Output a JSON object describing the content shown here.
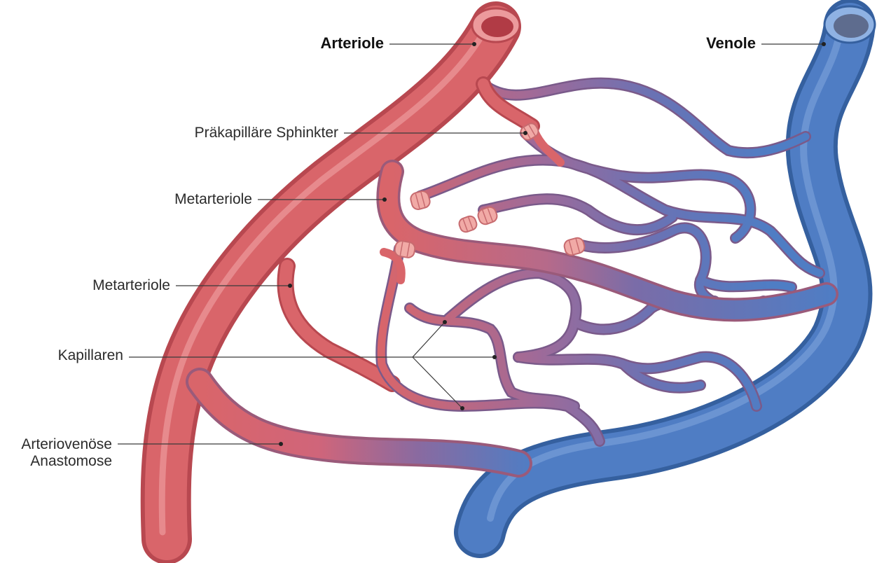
{
  "labels": {
    "arteriole": "Arteriole",
    "venole": "Venole",
    "precapillary_sphincter": "Präkapilläre Sphinkter",
    "metarteriole_upper": "Metarteriole",
    "metarteriole_lower": "Metarteriole",
    "capillaries": "Kapillaren",
    "av_anastomosis_line1": "Arteriovenöse",
    "av_anastomosis_line2": "Anastomose"
  },
  "colors": {
    "artery": "#d9656a",
    "artery_dark": "#b84850",
    "artery_light": "#ec9a9c",
    "vein": "#4f7dc4",
    "vein_dark": "#35609f",
    "vein_light": "#8fb2e3",
    "mixed": "#8a6aa0",
    "sphincter": "#f1aaa6",
    "lumen_artery": "#b13b45",
    "lumen_vein": "#5e6c8e"
  }
}
